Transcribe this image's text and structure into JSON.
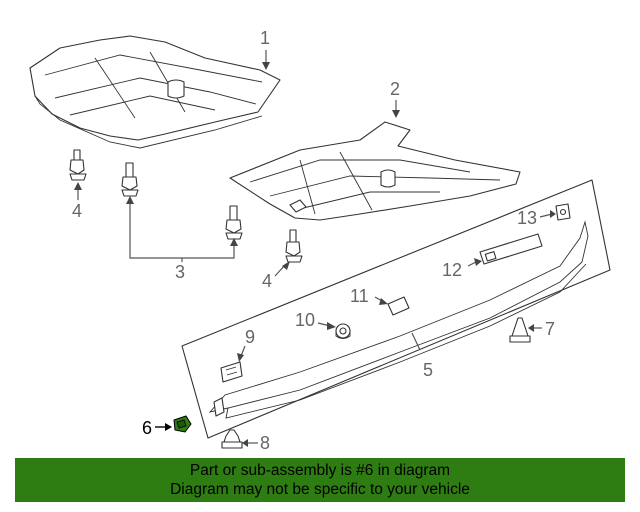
{
  "callouts": {
    "c1": "1",
    "c2": "2",
    "c3": "3",
    "c4a": "4",
    "c4b": "4",
    "c5": "5",
    "c6": "6",
    "c7": "7",
    "c8": "8",
    "c9": "9",
    "c10": "10",
    "c11": "11",
    "c12": "12",
    "c13": "13"
  },
  "highlight_color": "#2e7d12",
  "banner": {
    "line1": "Part or sub-assembly is #6 in diagram",
    "line2": "Diagram may not be specific to your vehicle"
  }
}
